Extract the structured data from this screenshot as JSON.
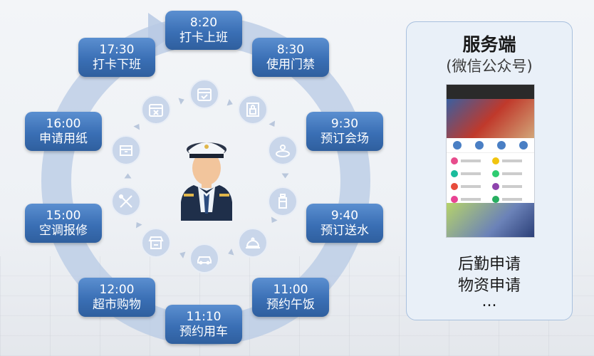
{
  "schedule": [
    {
      "time": "8:20",
      "task": "打卡上班"
    },
    {
      "time": "8:30",
      "task": "使用门禁"
    },
    {
      "time": "9:30",
      "task": "预订会场"
    },
    {
      "time": "9:40",
      "task": "预订送水"
    },
    {
      "time": "11:00",
      "task": "预约午饭"
    },
    {
      "time": "11:10",
      "task": "预约用车"
    },
    {
      "time": "12:00",
      "task": "超市购物"
    },
    {
      "time": "15:00",
      "task": "空调报修"
    },
    {
      "time": "16:00",
      "task": "申请用纸"
    },
    {
      "time": "17:30",
      "task": "打卡下班"
    }
  ],
  "icons": [
    "calendar-check-icon",
    "lock-icon",
    "meeting-icon",
    "water-bottle-icon",
    "food-cover-icon",
    "car-icon",
    "shop-icon",
    "tools-icon",
    "paper-box-icon",
    "calendar-x-icon"
  ],
  "center_figure": "officer-avatar",
  "panel": {
    "title": "服务端",
    "subtitle": "(微信公众号)",
    "items": [
      "后勤申请",
      "物资申请",
      "..."
    ]
  },
  "colors": {
    "tag": "#3a6fb5",
    "ring": "#b7c9e4",
    "icon_bg": "#c9d6ea"
  }
}
